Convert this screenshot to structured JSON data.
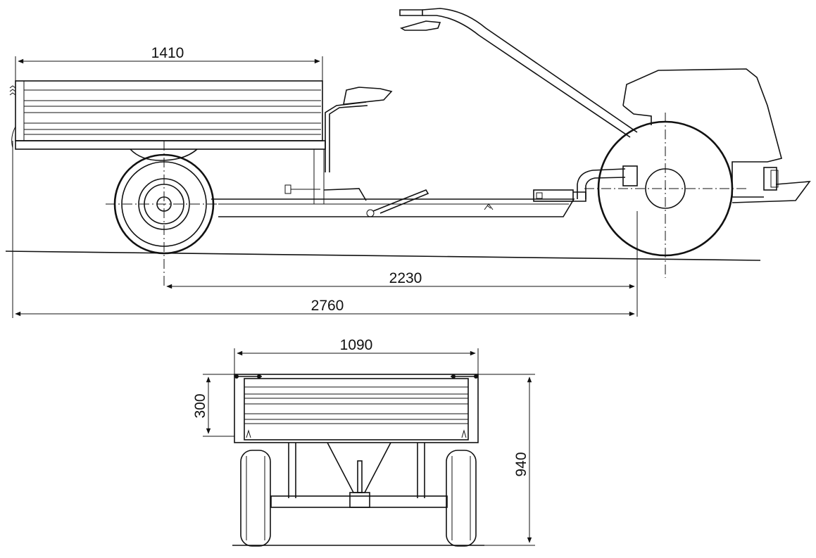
{
  "drawing": {
    "side_view": {
      "dim_body_length": "1410",
      "dim_wheelbase": "2230",
      "dim_total_length": "2760"
    },
    "rear_view": {
      "dim_width": "1090",
      "dim_side_height": "300",
      "dim_total_height": "940"
    }
  }
}
